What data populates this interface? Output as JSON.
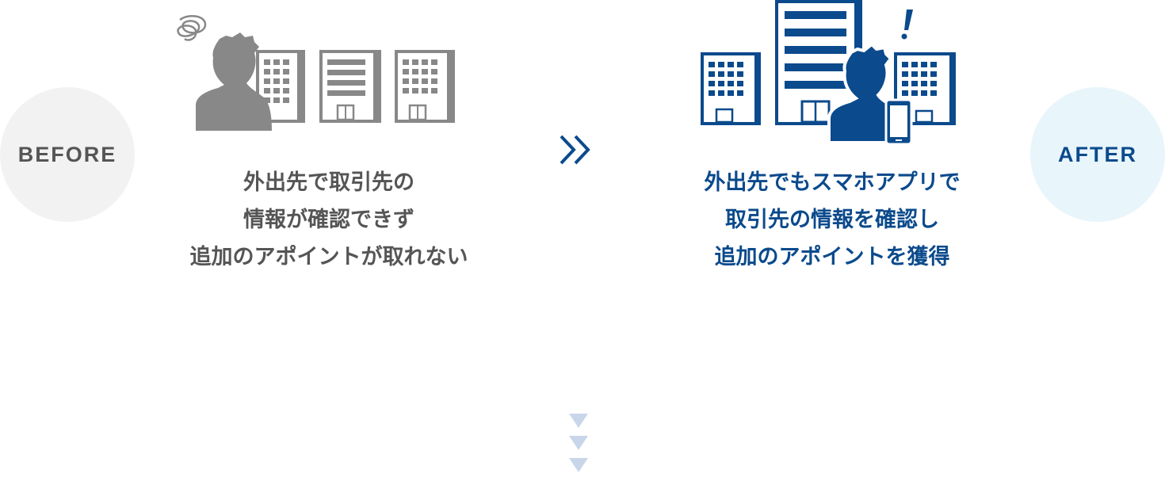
{
  "before": {
    "badge": "BEFORE",
    "lines": [
      "外出先で取引先の",
      "情報が確認できず",
      "追加のアポイントが取れない"
    ]
  },
  "after": {
    "badge": "AFTER",
    "lines": [
      "外出先でもスマホアプリで",
      "取引先の情報を確認し",
      "追加のアポイントを獲得"
    ]
  },
  "colors": {
    "before_text": "#555555",
    "before_icon": "#888888",
    "after_text": "#0b4a8c",
    "after_icon": "#0b4a8c",
    "arrow_light": "#c9d6ea"
  },
  "icons": {
    "before": [
      "confused-scribble-icon",
      "person-silhouette-icon",
      "office-building-icon"
    ],
    "after": [
      "exclamation-icon",
      "person-silhouette-icon",
      "office-building-icon",
      "smartphone-icon"
    ],
    "transition": "double-chevron-right-icon",
    "flow": "triangle-down-icon"
  }
}
